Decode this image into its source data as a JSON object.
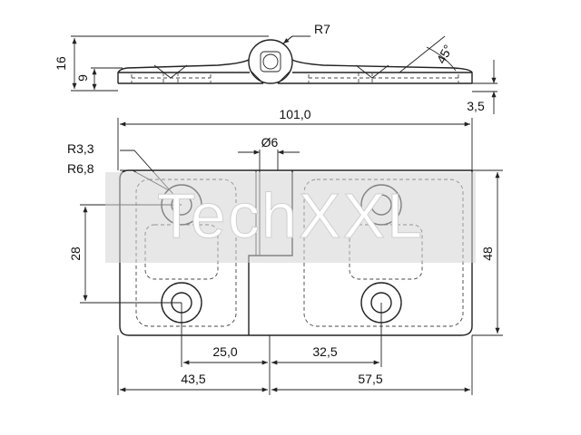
{
  "side_view": {
    "radius_label": "R7",
    "height_total": "16",
    "height_plate": "9",
    "angle": "45°",
    "thickness": "3,5"
  },
  "top_view": {
    "overall_length": "101,0",
    "pin_diameter": "Ø6",
    "hole_radius": "R3,3",
    "boss_radius": "R6,8",
    "hole_spacing_vertical": "28",
    "height": "48",
    "left_hole_offset": "25,0",
    "right_hole_offset": "32,5",
    "left_leaf": "43,5",
    "right_leaf": "57,5"
  },
  "watermark": {
    "text": "TechXXL"
  },
  "colors": {
    "line": "#222222",
    "watermark_band": "#d4d4d4"
  }
}
